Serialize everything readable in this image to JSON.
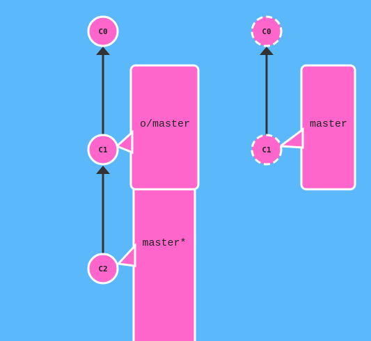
{
  "colors": {
    "background": "#5bb8fb",
    "node_fill": "#ff66cc",
    "node_stroke": "#ffffff",
    "edge": "#333333",
    "text": "#222222"
  },
  "local_repo": {
    "commits": [
      {
        "id": "C0"
      },
      {
        "id": "C1"
      },
      {
        "id": "C2"
      }
    ],
    "edges": [
      {
        "from": "C1",
        "to": "C0"
      },
      {
        "from": "C2",
        "to": "C1"
      }
    ],
    "branches": [
      {
        "label": "o/master",
        "target": "C1"
      },
      {
        "label": "master*",
        "target": "C2"
      }
    ]
  },
  "remote_repo": {
    "commits": [
      {
        "id": "C0",
        "style": "dashed"
      },
      {
        "id": "C1",
        "style": "dashed"
      }
    ],
    "edges": [
      {
        "from": "C1",
        "to": "C0"
      }
    ],
    "branches": [
      {
        "label": "master",
        "target": "C1"
      }
    ]
  }
}
